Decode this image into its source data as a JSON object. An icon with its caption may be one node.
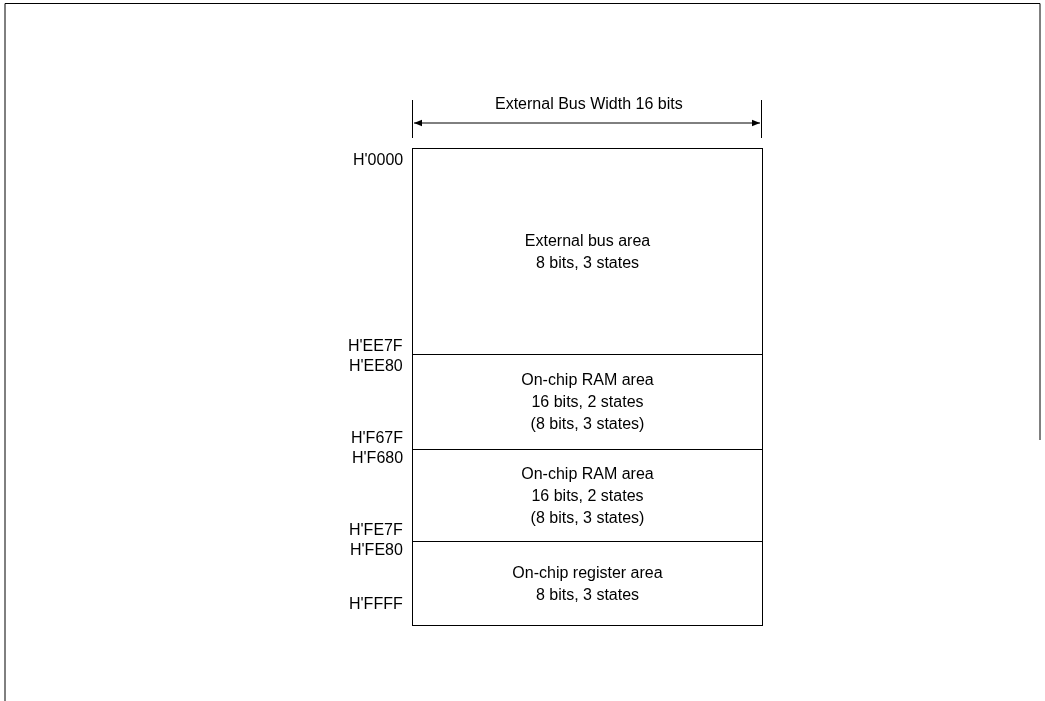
{
  "diagram": {
    "nodes": [
      {
        "text": [
          "External bus area",
          "8 bits, 3 states"
        ]
      },
      {
        "text": [
          "On-chip RAM area",
          "16 bits, 2 states",
          "(8 bits, 3 states)"
        ]
      },
      {
        "text": [
          "On-chip RAM area",
          "16 bits, 2 states",
          "(8 bits, 3 states)"
        ]
      },
      {
        "text": [
          "On-chip register area",
          "8 bits, 3 states"
        ]
      }
    ],
    "labels": [
      "External Bus Width 16 bits",
      "H'0000",
      "H'EE7F",
      "H'EE80",
      "H'F67F",
      "H'F680",
      "H'FE7F",
      "H'FE80",
      "H'FFFF"
    ]
  }
}
